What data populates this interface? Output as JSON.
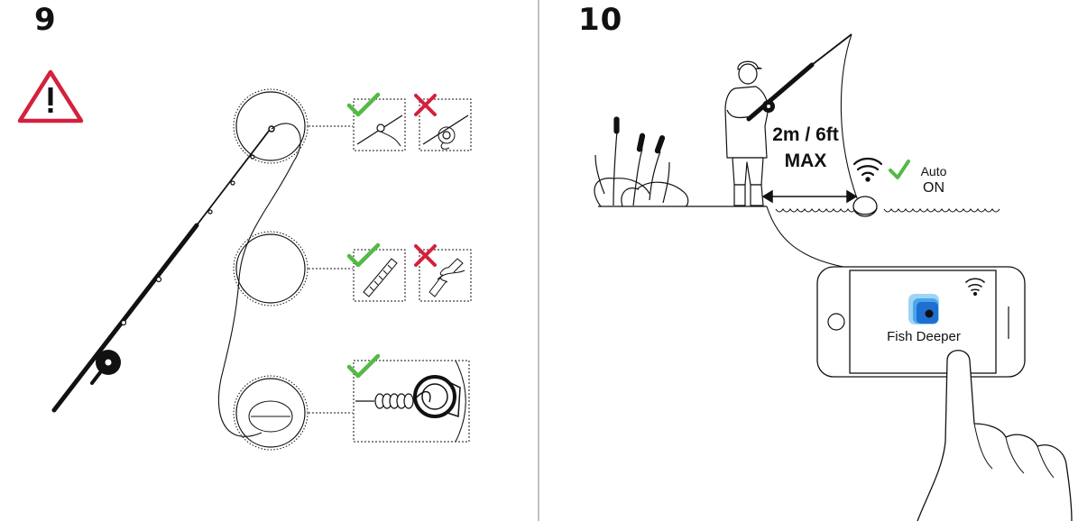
{
  "step9": {
    "number": "9"
  },
  "step10": {
    "number": "10",
    "distance_line1": "2m / 6ft",
    "distance_line2": "MAX",
    "auto_label": "Auto",
    "on_label": "ON",
    "app_name": "Fish Deeper"
  },
  "colors": {
    "ink": "#111111",
    "warning_red": "#d3213d",
    "check_green": "#55b948",
    "cross_red": "#d3213d",
    "app_icon_blue": "#1e6fd0"
  }
}
